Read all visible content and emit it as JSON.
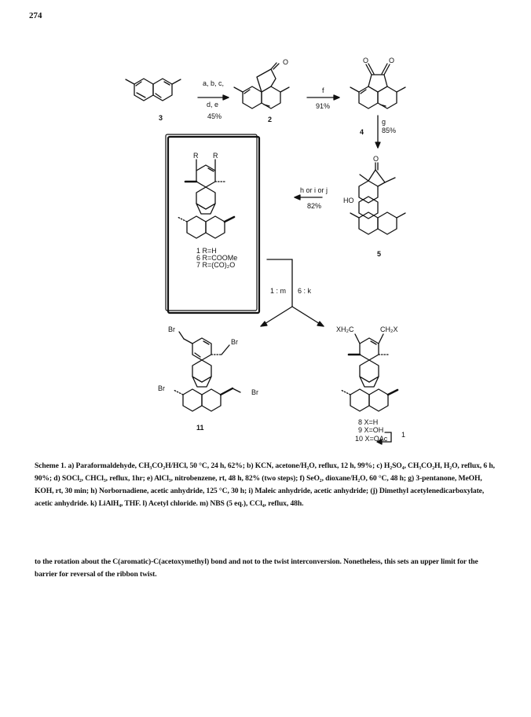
{
  "page_number": "274",
  "scheme": {
    "compounds": [
      {
        "id": "3",
        "label": "3"
      },
      {
        "id": "2",
        "label": "2"
      },
      {
        "id": "4",
        "label": "4"
      },
      {
        "id": "5",
        "label": "5"
      },
      {
        "id": "11",
        "label": "11"
      }
    ],
    "atoms": {
      "oxygen": "O",
      "r_group": "R",
      "hydroxy": "HO",
      "bromine": "Br",
      "xh2c": "XH₂C",
      "ch2x": "CH₂X"
    },
    "arrows": {
      "step1_reagents_top": "a, b, c,",
      "step1_reagents_bottom": "d, e",
      "step1_yield": "45%",
      "step2_reagent": "f",
      "step2_yield": "91%",
      "step3_reagent": "g",
      "step3_yield": "85%",
      "step4_reagent": "h or i or j",
      "step4_yield": "82%",
      "branch_left": "1 : m",
      "branch_right": "6 : k"
    },
    "legend_box": [
      "1  R=H",
      "6  R=COOMe",
      "7  R=(CO)₂O"
    ],
    "legend_x": [
      "8  X=H",
      "9  X=OH",
      "10  X=OAc"
    ],
    "legend_x_note": "1"
  },
  "caption": {
    "label": "Scheme 1.",
    "text": " a) Paraformaldehyde, CH₃CO₂H/HCl, 50 °C, 24 h, 62%; b) KCN, acetone/H₂O, reflux, 12 h, 99%; c) H₂SO₄, CH₃CO₂H, H₂O, reflux, 6 h, 90%; d) SOCl₂, CHCl₃, reflux, 1hr; e) AlCl₃, nitrobenzene, rt, 48 h, 82% (two steps); f) SeO₂, dioxane/H₂O, 60 °C, 48 h; g) 3-pentanone, MeOH, KOH, rt, 30 min; h) Norbornadiene, acetic anhydride, 125 °C, 30 h; i) Maleic anhydride, acetic anhydride; (j) Dimethyl acetylenedicarboxylate, acetic anhydride. k) LiAlH₄, THF. l) Acetyl chloride. m) NBS (5 eq.), CCl₄, reflux, 48h."
  },
  "body_text": "to the rotation about the C(aromatic)-C(acetoxymethyl) bond and not to the twist interconversion. Nonetheless, this sets an upper limit for the barrier for reversal of the ribbon twist."
}
